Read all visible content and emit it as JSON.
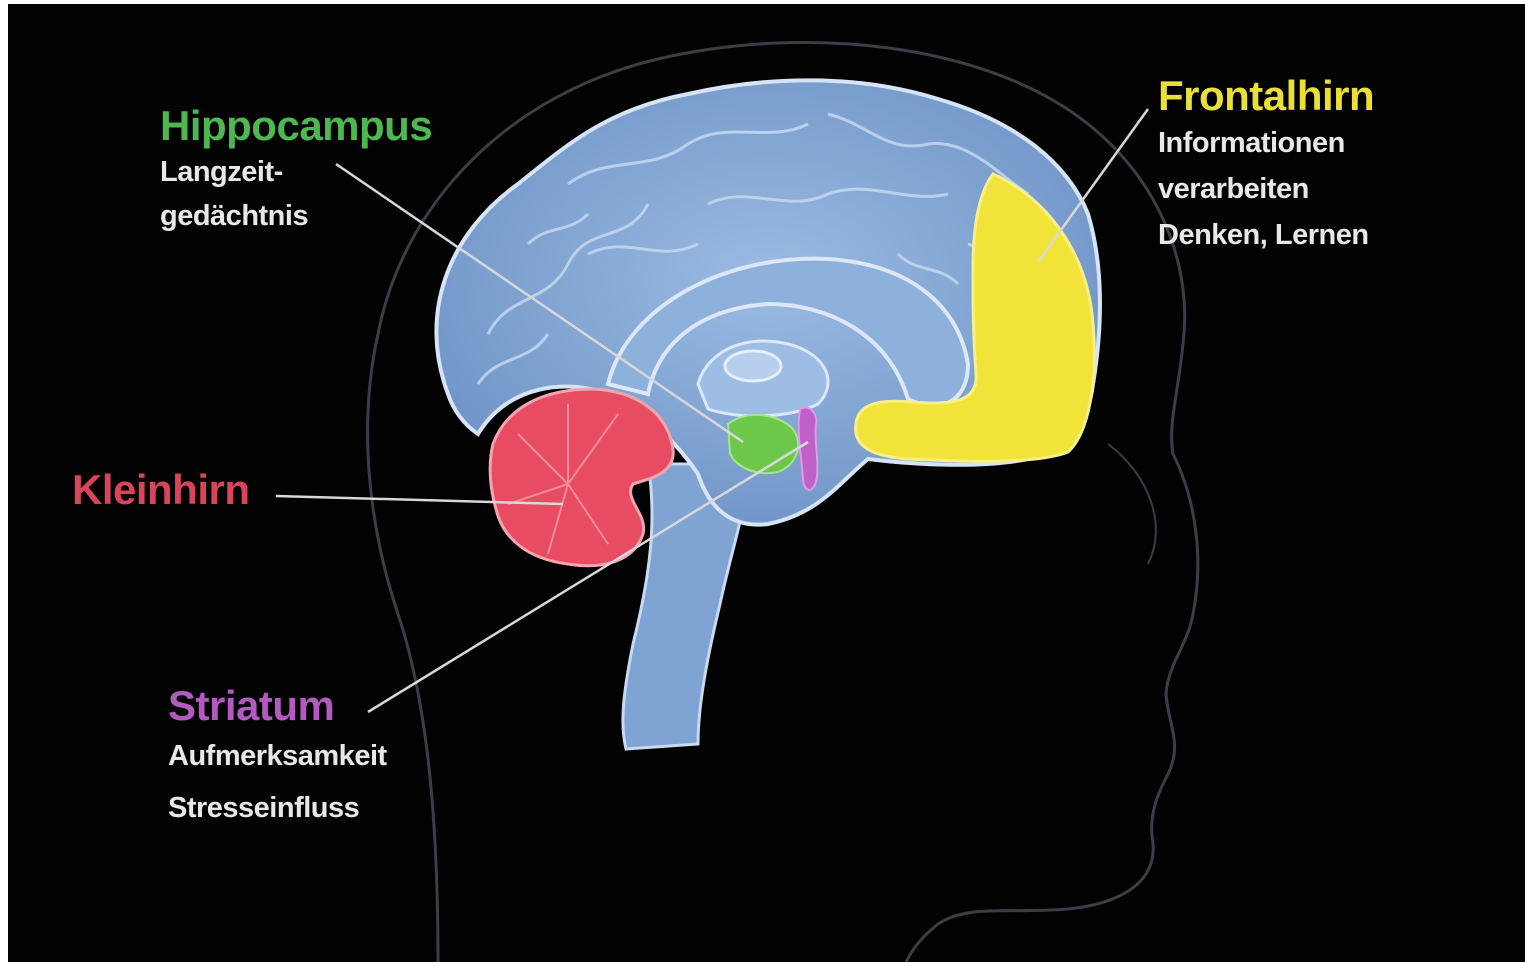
{
  "colors": {
    "background": "#020202",
    "brain": "#86a9d6",
    "frontal": "#f2e338",
    "hippocampus": "#6dc84a",
    "cerebellum": "#e84c63",
    "striatum": "#c061c9",
    "text": "#e8e8e8"
  },
  "regions": [
    {
      "id": "hippocampus",
      "name": "Hippocampus",
      "color": "#4cb84f",
      "lines": [
        "Langzeit-",
        "gedächtnis"
      ]
    },
    {
      "id": "frontal",
      "name": "Frontalhirn",
      "color": "#eadf37",
      "lines": [
        "Informationen",
        "verarbeiten",
        "Denken, Lernen"
      ]
    },
    {
      "id": "kleinhirn",
      "name": "Kleinhirn",
      "color": "#d8455a",
      "lines": []
    },
    {
      "id": "striatum",
      "name": "Striatum",
      "color": "#b35ac0",
      "lines": [
        "Aufmerksamkeit",
        "Stresseinfluss"
      ]
    }
  ]
}
